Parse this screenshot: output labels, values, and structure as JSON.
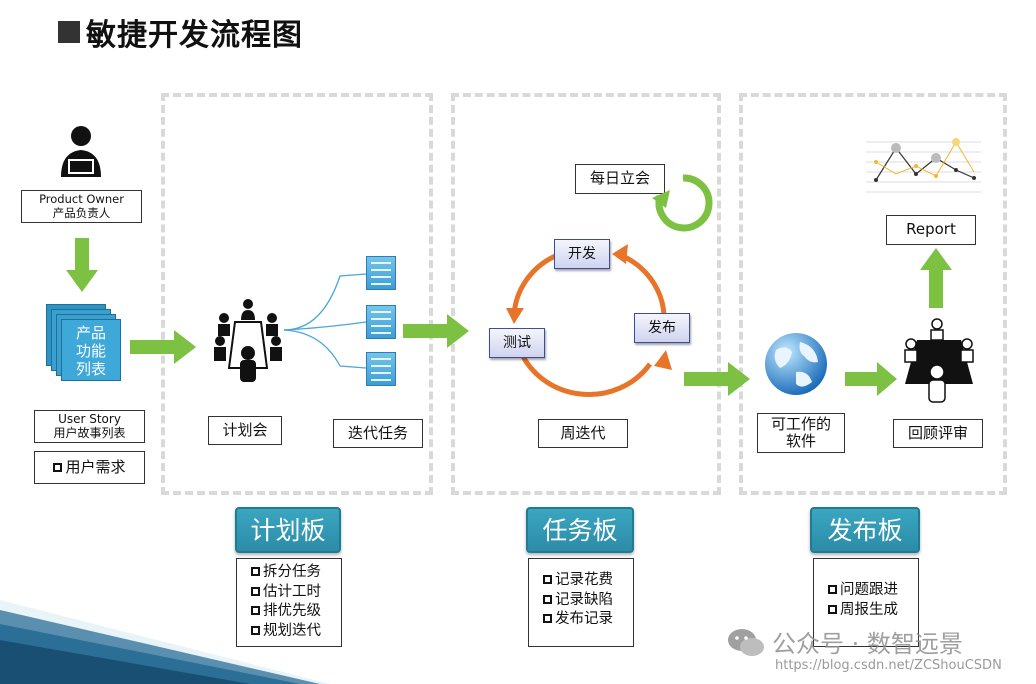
{
  "title": "敏捷开发流程图",
  "left": {
    "owner_en": "Product Owner",
    "owner_cn": "产品负责人",
    "backlog_lines": [
      "产品",
      "功能",
      "列表"
    ],
    "story_en": "User Story",
    "story_cn": "用户故事列表",
    "need": "用户需求"
  },
  "plan_section": {
    "meeting_label": "计划会",
    "tasks_label": "迭代任务"
  },
  "sprint_section": {
    "standup_label": "每日立会",
    "cycle": {
      "develop": "开发",
      "test": "测试",
      "release": "发布"
    },
    "sprint_label": "周迭代"
  },
  "release_section": {
    "software_lines": [
      "可工作的",
      "软件"
    ],
    "review_label": "回顾评审",
    "report_label": "Report"
  },
  "boards": [
    {
      "title": "计划板",
      "items": [
        "拆分任务",
        "估计工时",
        "排优先级",
        "规划迭代"
      ]
    },
    {
      "title": "任务板",
      "items": [
        "记录花费",
        "记录缺陷",
        "发布记录"
      ]
    },
    {
      "title": "发布板",
      "items": [
        "问题跟进",
        "周报生成"
      ]
    }
  ],
  "watermark": {
    "text": "公众号 · 数智远景",
    "url": "https://blog.csdn.net/ZCShouCSDN"
  },
  "colors": {
    "arrow_green": "#7dc142",
    "cycle_orange": "#e8742a",
    "board_blue": "#2f96b2",
    "icon_blue": "#3b9ed6"
  },
  "icons": [
    "person-laptop-icon",
    "meeting-table-icon",
    "document-icon",
    "globe-icon",
    "refresh-cycle-icon",
    "line-chart-icon"
  ]
}
